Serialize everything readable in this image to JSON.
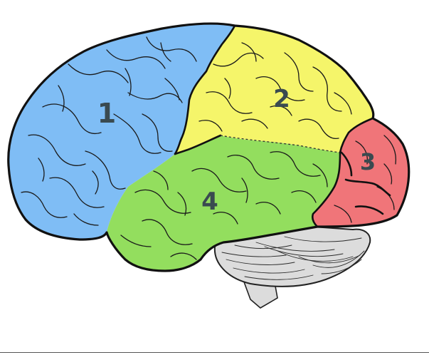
{
  "diagram": {
    "regions": [
      {
        "id": "frontal",
        "label": "1",
        "color": "#7fbdf5"
      },
      {
        "id": "parietal",
        "label": "2",
        "color": "#f5f56a"
      },
      {
        "id": "occipital",
        "label": "3",
        "color": "#f07579"
      },
      {
        "id": "temporal",
        "label": "4",
        "color": "#93de5e"
      }
    ],
    "cerebellum_color": "#dcdcdc",
    "brainstem_color": "#dcdcdc",
    "outline_color": "#111111",
    "label_color": "#3a4a50"
  }
}
